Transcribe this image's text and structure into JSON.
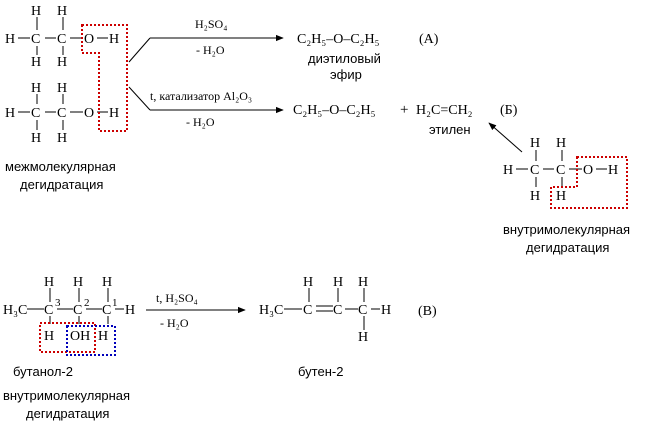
{
  "reactions": {
    "a": {
      "condition_top": "H₂SO₄",
      "condition_bottom": "- H₂O",
      "product": "C₂H₅–O–C₂H₅",
      "product_name_line1": "диэтиловый",
      "product_name_line2": "эфир",
      "tag": "(А)"
    },
    "b": {
      "condition_top": "t, катализатор Al₂O₃",
      "condition_bottom": "- H₂O",
      "product1": "C₂H₅–O–C₂H₅",
      "plus": "+",
      "product2": "H₂C=CH₂",
      "product2_name": "этилен",
      "tag": "(Б)"
    },
    "c": {
      "condition_top": "t,  H₂SO₄",
      "condition_bottom": "- H₂O",
      "tag": "(В)"
    }
  },
  "labels": {
    "intermolecular_line1": "межмолекулярная",
    "intermolecular_line2": "дегидратация",
    "intramolecular_line1": "внутримолекулярная",
    "intramolecular_line2": "дегидратация",
    "butanol": "бутанол-2",
    "butanol_type_line1": "внутримолекулярная",
    "butanol_type_line2": "дегидратация",
    "butene": "бутен-2"
  },
  "atoms": {
    "H": "H",
    "C": "C",
    "O": "O",
    "OH": "OH",
    "H3C": "H₃C",
    "n1": "1",
    "n2": "2",
    "n3": "3"
  },
  "colors": {
    "highlight_red": "#cc0000",
    "highlight_blue": "#0000bb"
  }
}
